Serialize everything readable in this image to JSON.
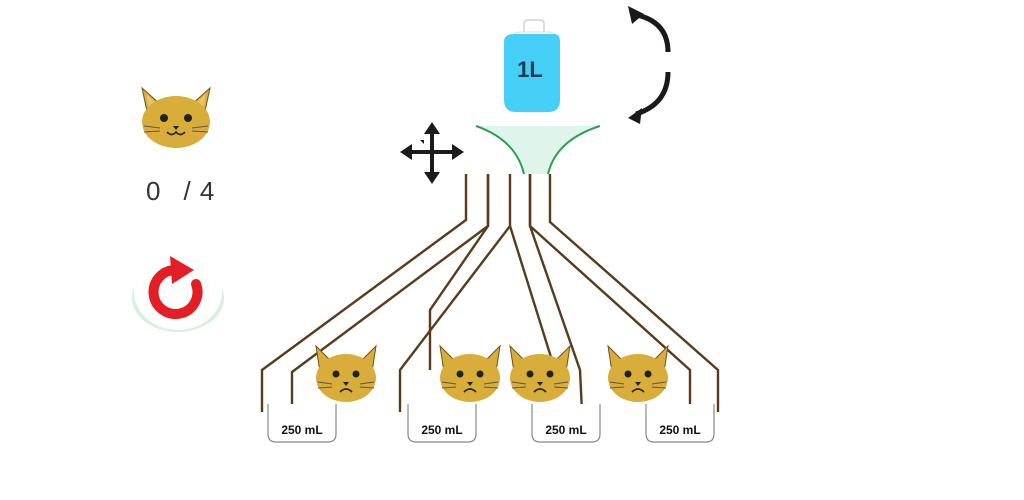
{
  "score": {
    "current": "0",
    "separator": "/ 4"
  },
  "bottle": {
    "label": "1L",
    "color": "#45cff7"
  },
  "beakers": [
    {
      "label": "250 mL"
    },
    {
      "label": "250 mL"
    },
    {
      "label": "250 mL"
    },
    {
      "label": "250 mL"
    }
  ],
  "colors": {
    "pipe": "#5b3a1a",
    "cat": "#d8ad3a",
    "funnel": "#dff5ec",
    "funnel_edge": "#2aa04a",
    "reset": "#e31e24",
    "reset_base": "#d6f0e2",
    "arrow": "#1a1a1a"
  },
  "icons": {
    "score_icon": "happy-cat-icon",
    "reset_icon": "reset-icon",
    "move_icon": "move-icon",
    "rotate_icon": "rotate-icon"
  }
}
